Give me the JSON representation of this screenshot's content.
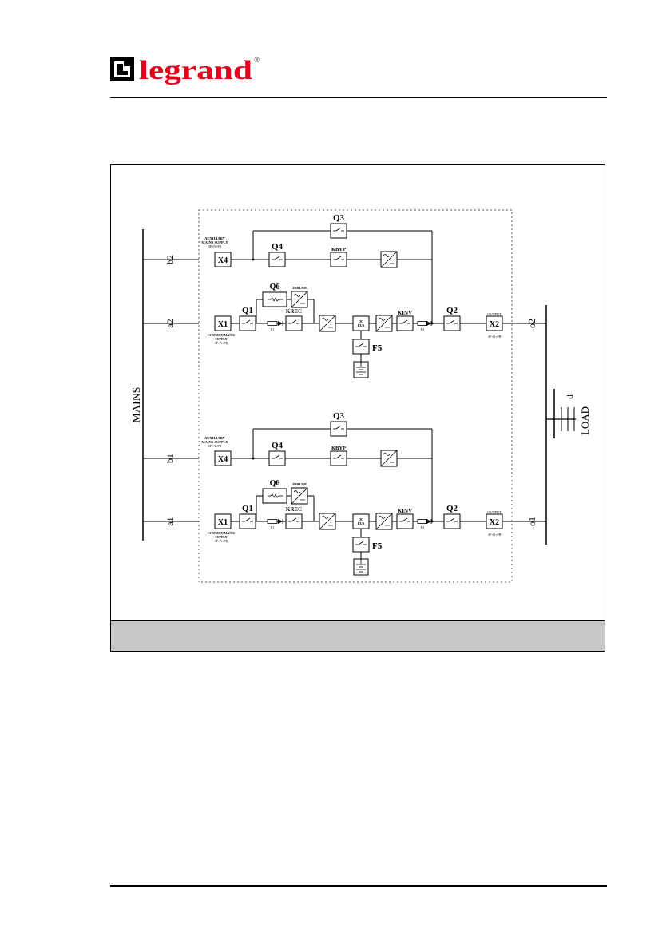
{
  "brand": {
    "name": "legrand",
    "mark": "®",
    "color": "#e2001a"
  },
  "diagram": {
    "mains_label": "MAINS",
    "load_label": "LOAD",
    "load_d": "d",
    "aux_supply": [
      "AUXILIARY",
      "MAINS SUPPLY",
      "3P+N+PB"
    ],
    "common_supply": [
      "COMMON MAINS",
      "SUPPLY",
      "3P+N+PB"
    ],
    "output": [
      "OUTPUT",
      "3P+N+PB"
    ],
    "inrush": "INRUSH",
    "dc_bus": [
      "DC",
      "BUS"
    ],
    "labels": {
      "X4": "X4",
      "X1": "X1",
      "X2": "X2",
      "Q1": "Q1",
      "Q2": "Q2",
      "Q3": "Q3",
      "Q4": "Q4",
      "Q6": "Q6",
      "F1": "F1",
      "F2": "F2",
      "F5": "F5",
      "KREC": "KREC",
      "KINV": "KINV",
      "KBYP": "KBYP"
    },
    "upper": {
      "b": "b2",
      "a": "a2",
      "o": "o2"
    },
    "lower": {
      "b": "b1",
      "a": "a1",
      "o": "o1"
    }
  },
  "caption": ""
}
